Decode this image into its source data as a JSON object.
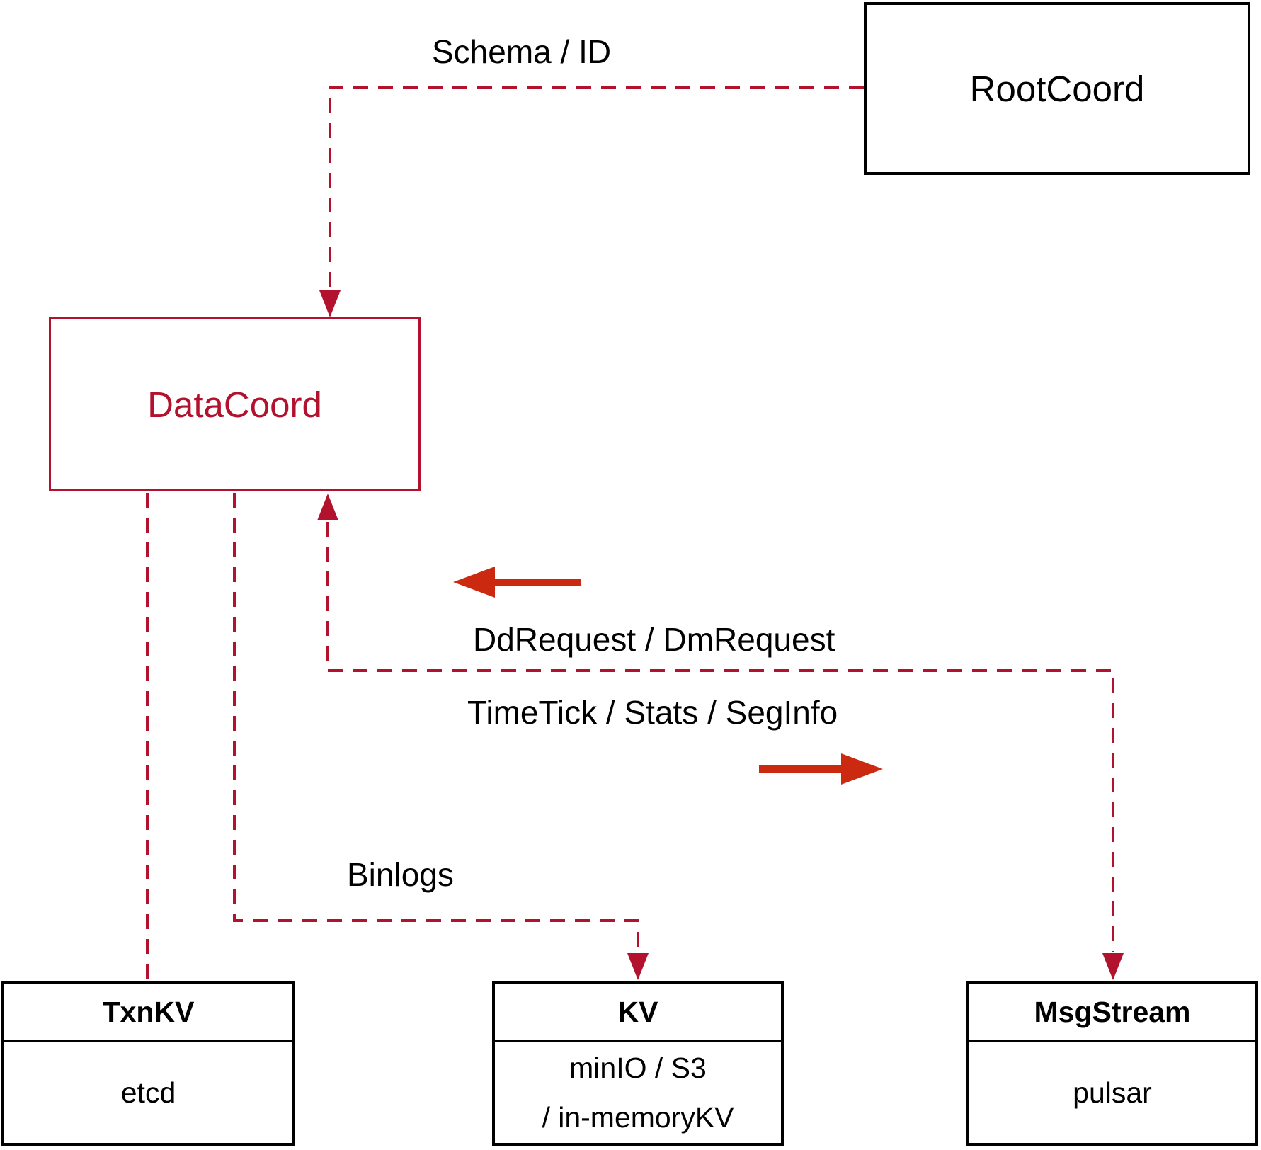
{
  "diagram": {
    "title_hint": "Milvus DataCoord interaction diagram",
    "nodes": {
      "root_coord": {
        "label": "RootCoord"
      },
      "data_coord": {
        "label": "DataCoord"
      },
      "txn_kv": {
        "title": "TxnKV",
        "body": "etcd"
      },
      "kv": {
        "title": "KV",
        "body_line1": "minIO / S3",
        "body_line2": "/ in-memoryKV"
      },
      "msg_stream": {
        "title": "MsgStream",
        "body": "pulsar"
      }
    },
    "edge_labels": {
      "schema_id": "Schema / ID",
      "dd_dm_request": "DdRequest / DmRequest",
      "timetick_stats_seginfo": "TimeTick / Stats / SegInfo",
      "binlogs": "Binlogs"
    },
    "edges": [
      {
        "from": "RootCoord",
        "to": "DataCoord",
        "label": "Schema / ID",
        "style": "dashed"
      },
      {
        "from": "MsgStream",
        "to": "DataCoord",
        "label": "DdRequest / DmRequest",
        "style": "dashed"
      },
      {
        "from": "DataCoord",
        "to": "MsgStream",
        "label": "TimeTick / Stats / SegInfo",
        "style": "dashed"
      },
      {
        "from": "DataCoord",
        "to": "TxnKV",
        "label": "",
        "style": "dashed"
      },
      {
        "from": "DataCoord",
        "to": "KV",
        "label": "Binlogs",
        "style": "dashed"
      }
    ],
    "colors": {
      "dashed_line": "#b2122d",
      "solid_arrow": "#cc2a10",
      "black_border": "#000000",
      "datacoord_red": "#b2122d",
      "background": "#ffffff"
    }
  }
}
